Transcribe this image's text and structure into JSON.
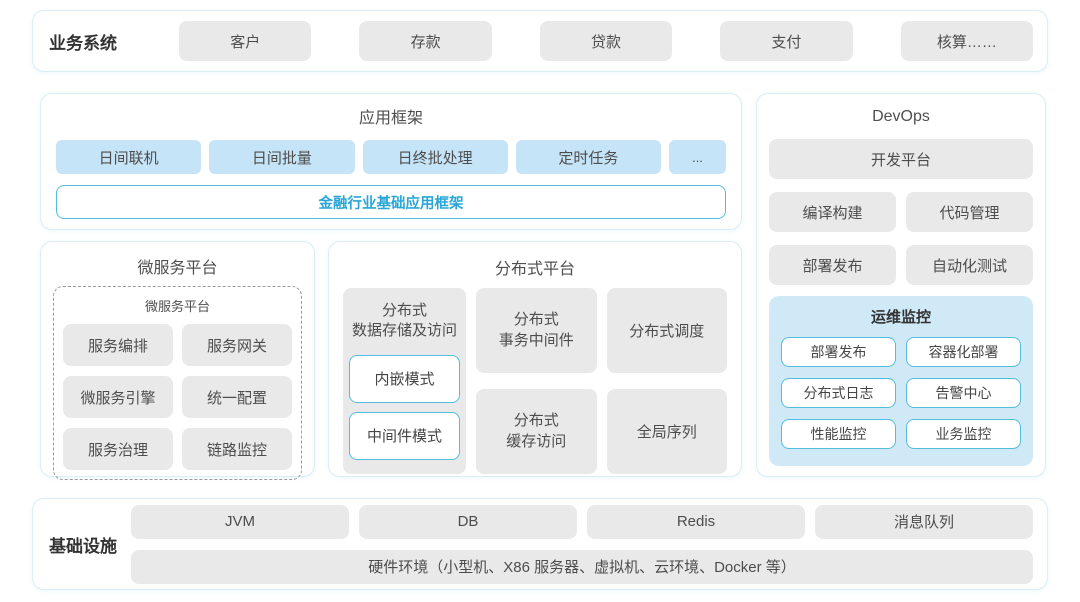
{
  "colors": {
    "panel_border": "#d9eef5",
    "gray_block": "#e9e9e9",
    "blue_block": "#c6e4f7",
    "ops_panel_bg": "#cfe9f7",
    "accent_border": "#55bddc",
    "accent_text": "#29a6d6",
    "text": "#4d4d4d"
  },
  "business_systems": {
    "label": "业务系统",
    "items": [
      "客户",
      "存款",
      "贷款",
      "支付",
      "核算……"
    ]
  },
  "app_framework": {
    "title": "应用框架",
    "modules": [
      "日间联机",
      "日间批量",
      "日终批处理",
      "定时任务",
      "..."
    ],
    "base": "金融行业基础应用框架"
  },
  "devops": {
    "title": "DevOps",
    "platform": "开发平台",
    "items": [
      "编译构建",
      "代码管理",
      "部署发布",
      "自动化测试"
    ],
    "ops_monitor": {
      "title": "运维监控",
      "items": [
        "部署发布",
        "容器化部署",
        "分布式日志",
        "告警中心",
        "性能监控",
        "业务监控"
      ]
    }
  },
  "microservice": {
    "title": "微服务平台",
    "inner_title": "微服务平台",
    "items": [
      "服务编排",
      "服务网关",
      "微服务引擎",
      "统一配置",
      "服务治理",
      "链路监控"
    ]
  },
  "distributed": {
    "title": "分布式平台",
    "storage": {
      "label": "分布式\n数据存储及访问",
      "modes": [
        "内嵌模式",
        "中间件模式"
      ]
    },
    "col2": [
      "分布式\n事务中间件",
      "分布式\n缓存访问"
    ],
    "col3": [
      "分布式调度",
      "全局序列"
    ]
  },
  "infrastructure": {
    "label": "基础设施",
    "items": [
      "JVM",
      "DB",
      "Redis",
      "消息队列"
    ],
    "hardware": "硬件环境（小型机、X86 服务器、虚拟机、云环境、Docker 等）"
  }
}
